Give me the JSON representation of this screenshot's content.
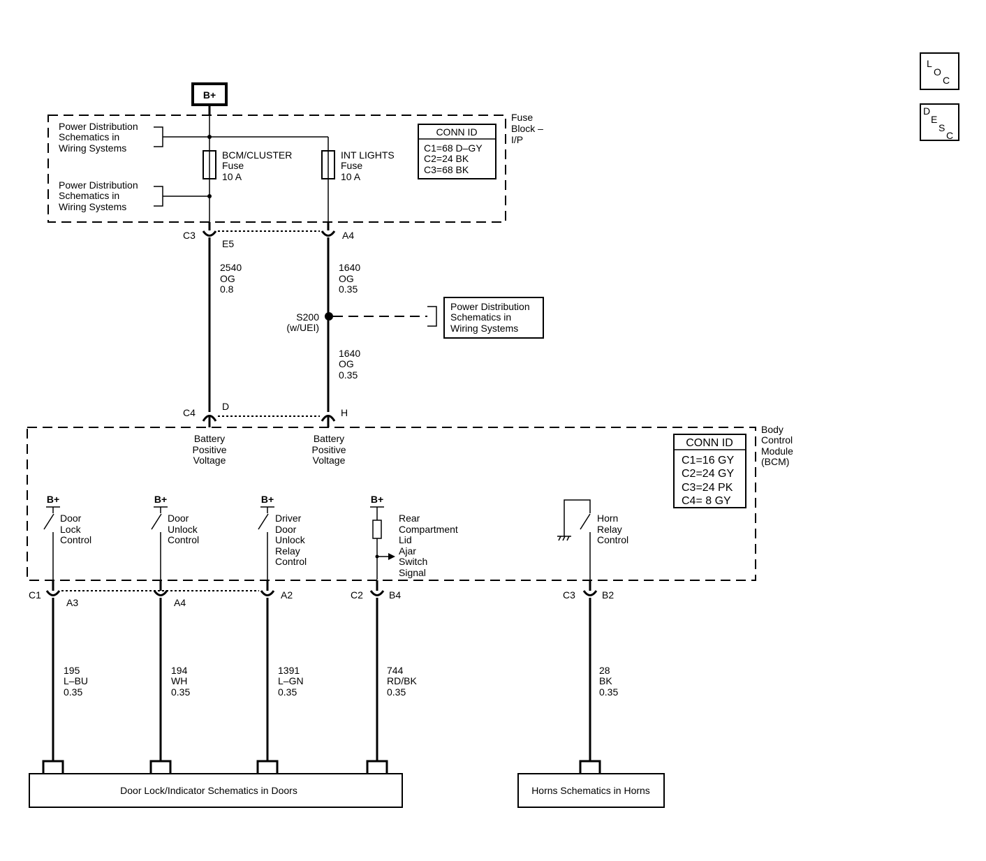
{
  "icons": {
    "loc": {
      "a": "L",
      "b": "O",
      "c": "C"
    },
    "desc": {
      "a": "D",
      "b": "E",
      "c": "S",
      "d": "C"
    }
  },
  "power_source": "B+",
  "fuse_block": {
    "label": [
      "Fuse",
      "Block –",
      "I/P"
    ],
    "conn_id": {
      "title": "CONN ID",
      "rows": [
        "C1=68 D–GY",
        "C2=24 BK",
        "C3=68 BK"
      ]
    },
    "pds_ref_1": [
      "Power Distribution",
      "Schematics in",
      "Wiring Systems"
    ],
    "pds_ref_2": [
      "Power Distribution",
      "Schematics in",
      "Wiring Systems"
    ],
    "fuse_bcm": [
      "BCM/CLUSTER",
      "Fuse",
      "10 A"
    ],
    "fuse_int": [
      "INT LIGHTS",
      "Fuse",
      "10 A"
    ]
  },
  "connectors": {
    "c3": "C3",
    "e5": "E5",
    "a4": "A4",
    "c4": "C4",
    "d": "D",
    "h": "H",
    "c1": "C1",
    "a3": "A3",
    "bcm_a4": "A4",
    "a2": "A2",
    "c2": "C2",
    "b4": "B4",
    "c3b": "C3",
    "b2": "B2"
  },
  "wires": {
    "w2540": [
      "2540",
      "OG",
      "0.8"
    ],
    "w1640a": [
      "1640",
      "OG",
      "0.35"
    ],
    "w1640b": [
      "1640",
      "OG",
      "0.35"
    ],
    "w195": [
      "195",
      "L–BU",
      "0.35"
    ],
    "w194": [
      "194",
      "WH",
      "0.35"
    ],
    "w1391": [
      "1391",
      "L–GN",
      "0.35"
    ],
    "w744": [
      "744",
      "RD/BK",
      "0.35"
    ],
    "w28": [
      "28",
      "BK",
      "0.35"
    ]
  },
  "splice": {
    "id": "S200",
    "note": "(w/UEI)"
  },
  "pds_ref_3": [
    "Power Distribution",
    "Schematics in",
    "Wiring Systems"
  ],
  "bcm": {
    "label": [
      "Body",
      "Control",
      "Module",
      "(BCM)"
    ],
    "conn_id": {
      "title": "CONN ID",
      "rows": [
        "C1=16 GY",
        "C2=24 GY",
        "C3=24 PK",
        "C4=  8 GY"
      ]
    },
    "batt_1": [
      "Battery",
      "Positive",
      "Voltage"
    ],
    "batt_2": [
      "Battery",
      "Positive",
      "Voltage"
    ],
    "bplus": "B+",
    "door_lock": [
      "Door",
      "Lock",
      "Control"
    ],
    "door_unlock": [
      "Door",
      "Unlock",
      "Control"
    ],
    "driver_unlock": [
      "Driver",
      "Door",
      "Unlock",
      "Relay",
      "Control"
    ],
    "rear_lid": [
      "Rear",
      "Compartment",
      "Lid",
      "Ajar",
      "Switch",
      "Signal"
    ],
    "horn_relay": [
      "Horn",
      "Relay",
      "Control"
    ]
  },
  "bottom": {
    "door_lock_ref": "Door Lock/Indicator Schematics in Doors",
    "horns_ref": "Horns Schematics in Horns"
  }
}
